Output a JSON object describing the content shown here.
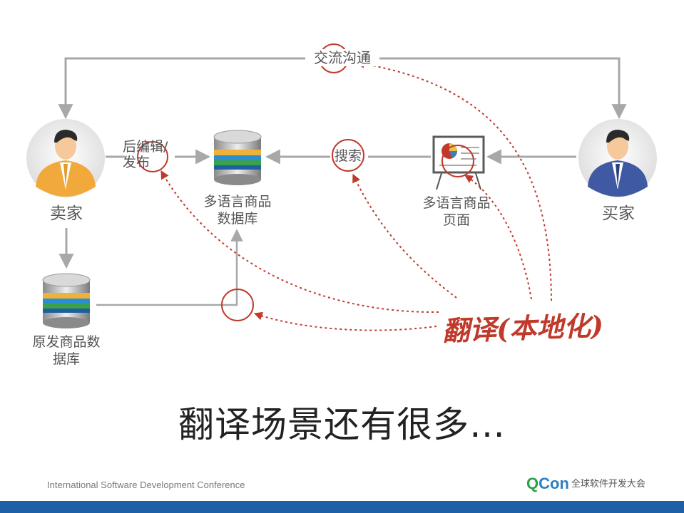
{
  "diagram": {
    "nodes": {
      "seller": {
        "label": "卖家"
      },
      "buyer": {
        "label": "买家"
      },
      "ml_db": {
        "label": [
          "多语言商品",
          "数据库"
        ]
      },
      "ml_page": {
        "label": [
          "多语言商品",
          "页面"
        ]
      },
      "orig_db": {
        "label": [
          "原发商品数",
          "据库"
        ]
      }
    },
    "edge_labels": {
      "communication": "交流沟通",
      "post_edit": [
        "后编辑/",
        "发布"
      ],
      "search": "搜索"
    },
    "callout": "翻译(本地化)"
  },
  "caption": "翻译场景还有很多…",
  "footer": {
    "left_text": "International Software Development Conference",
    "logo_q": "Q",
    "logo_con": "Con",
    "logo_sub": "全球软件开发大会"
  },
  "colors": {
    "accent_red": "#c0392b",
    "arrow_gray": "#a8a8a8",
    "bar_blue": "#1f5fa8"
  }
}
